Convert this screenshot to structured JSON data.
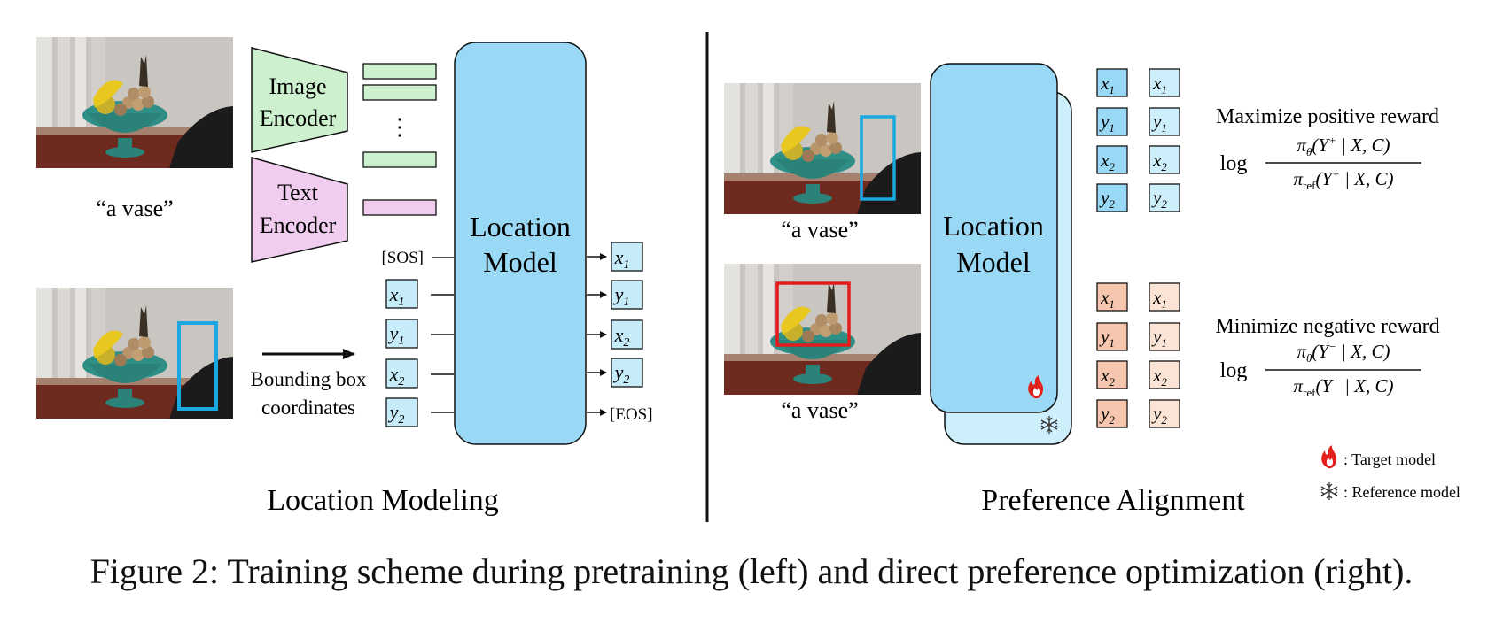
{
  "left": {
    "image_encoder": [
      "Image",
      "Encoder"
    ],
    "text_encoder": [
      "Text",
      "Encoder"
    ],
    "ellipsis": "⋮",
    "prompt": "“a vase”",
    "bbox_label": [
      "Bounding box",
      "coordinates"
    ],
    "sos": "[SOS]",
    "eos": "[EOS]",
    "model": [
      "Location",
      "Model"
    ],
    "inputs": [
      "x1",
      "y1",
      "x2",
      "y2"
    ],
    "outputs": [
      "x1",
      "y1",
      "x2",
      "y2"
    ],
    "title": "Location Modeling"
  },
  "right": {
    "prompt_top": "“a vase”",
    "prompt_bottom": "“a vase”",
    "model": [
      "Location",
      "Model"
    ],
    "tokens": [
      "x1",
      "y1",
      "x2",
      "y2"
    ],
    "positive_label": "Maximize positive reward",
    "negative_label": "Minimize negative reward",
    "legend_target": ": Target model",
    "legend_reference": ": Reference model",
    "title": "Preference Alignment"
  },
  "caption": "Figure 2: Training scheme during pretraining (left) and direct preference optimization (right).",
  "colors": {
    "model_blue": "#9ad9f5",
    "encoder_green": "#cdf0cf",
    "encoder_pink": "#f0cdee",
    "token_blue": "#9ad9f5",
    "token_salmon": "#f6c7ae",
    "token_peach": "#fbe4d6",
    "box_blue": "#1ba8e0",
    "box_red": "#e21c1c"
  }
}
